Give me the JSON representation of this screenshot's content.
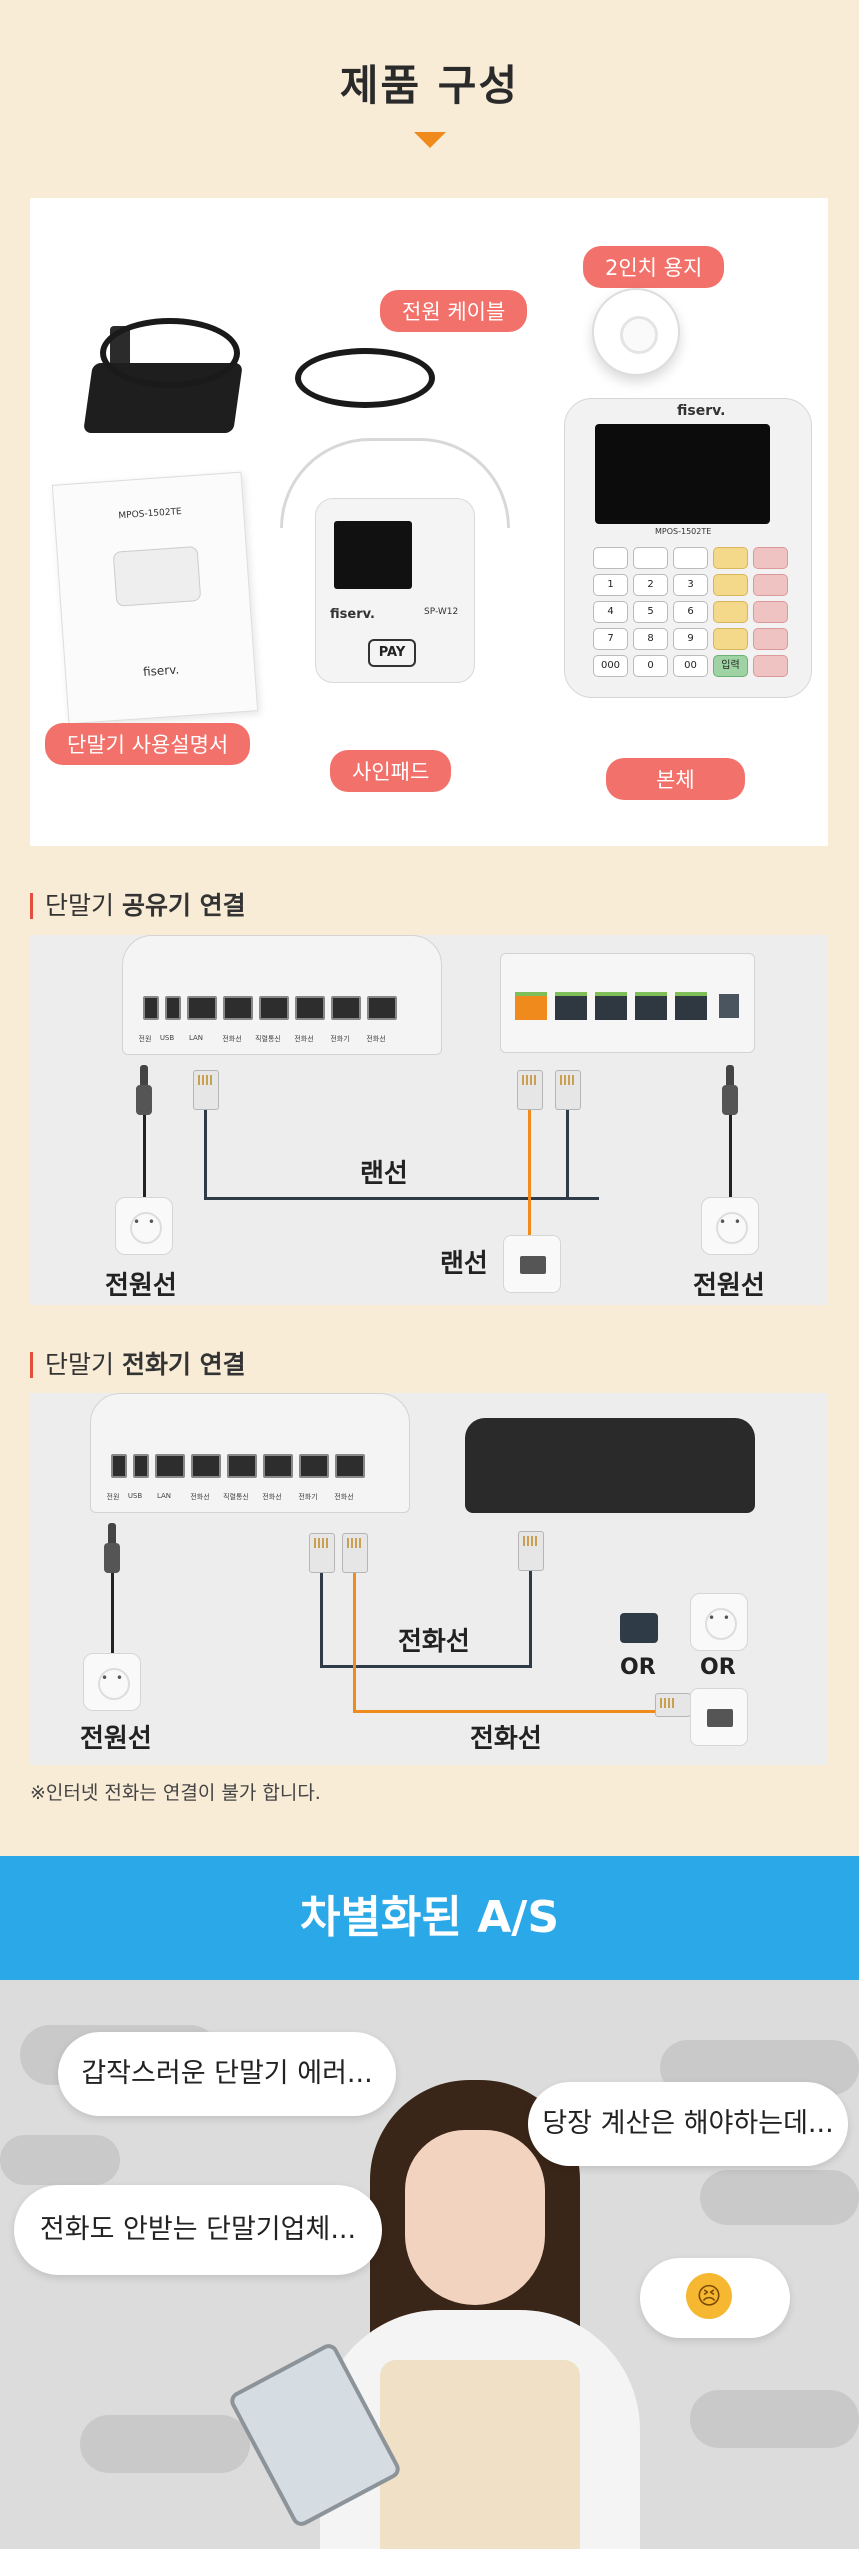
{
  "hero": {
    "title": "제품 구성"
  },
  "product": {
    "labels": {
      "paper": "2인치 용지",
      "power_cable": "전원 케이블",
      "manual": "단말기 사용설명서",
      "signpad": "사인패드",
      "terminal": "본체"
    },
    "manual_title": "MPOS-1502TE",
    "manual_brand": "fiserv.",
    "signpad_brand": "fiserv.",
    "signpad_model": "SP-W12",
    "signpad_pay": "PAY",
    "terminal_brand": "fiserv.",
    "terminal_model": "MPOS-1502TE",
    "keypad": [
      "",
      "",
      "",
      "",
      "",
      "1",
      "2",
      "3",
      "",
      "",
      "4",
      "5",
      "6",
      "",
      "",
      "7",
      "8",
      "9",
      "",
      "",
      "000",
      "0",
      "00",
      "입력",
      ""
    ]
  },
  "router_section": {
    "header_prefix": "단말기 ",
    "header_bold": "공유기 연결",
    "ports": [
      "전원",
      "USB",
      "LAN",
      "전화선",
      "직렬통신",
      "전화선",
      "전화기",
      "전화선"
    ],
    "lan_top": "랜선",
    "lan_bottom": "랜선",
    "power_left": "전원선",
    "power_right": "전원선"
  },
  "phone_section": {
    "header_prefix": "단말기 ",
    "header_bold": "전화기 연결",
    "ports": [
      "전원",
      "USB",
      "LAN",
      "전화선",
      "직렬통신",
      "전화선",
      "전화기",
      "전화선"
    ],
    "power": "전원선",
    "phone_line_top": "전화선",
    "phone_line_bottom": "전화선",
    "or1": "OR",
    "or2": "OR"
  },
  "note": "※인터넷 전화는 연결이 불가 합니다.",
  "as": {
    "title": "차별화된 A/S",
    "bubbles": {
      "b1": "갑작스러운 단말기 에러...",
      "b2": "당장 계산은 해야하는데...",
      "b3": "전화도 안받는 단말기업체..."
    }
  }
}
